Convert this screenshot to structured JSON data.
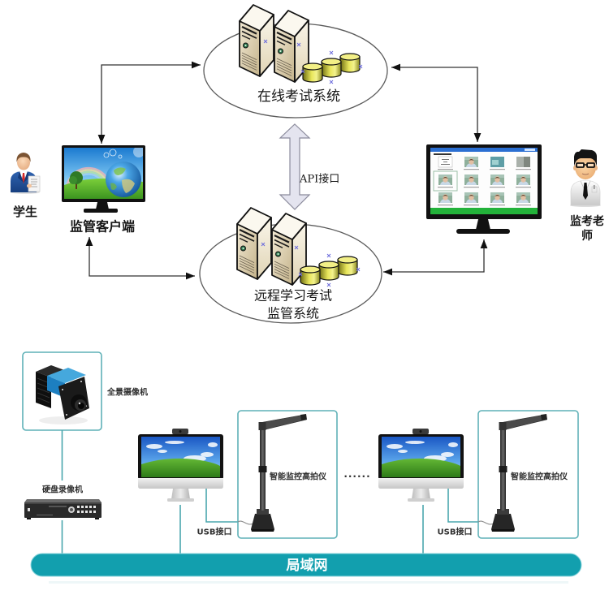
{
  "online_exam_system": {
    "label": "在线考试系统",
    "icon": "server-cluster-icon"
  },
  "supervision_system": {
    "label_lines": [
      "远程学习考试",
      "监管系统"
    ],
    "icon": "server-cluster-icon"
  },
  "api_link": {
    "label": "API接口",
    "icon": "double-arrow-icon"
  },
  "student": {
    "label": "学生",
    "icon": "student-icon"
  },
  "supervision_client": {
    "label": "监管客户端",
    "icon": "desktop-monitor-icon"
  },
  "invigilator": {
    "label_lines": [
      "监考老",
      "师"
    ],
    "icon": "teacher-icon"
  },
  "invigilator_monitor": {
    "icon": "monitor-video-grid-icon"
  },
  "panoramic_camera": {
    "label": "全景摄像机",
    "icon": "industrial-camera-icon"
  },
  "dvr": {
    "label": "硬盘录像机",
    "icon": "dvr-icon"
  },
  "workstations": [
    {
      "usb_label": "USB接口",
      "scanner_label": "智能监控高拍仪",
      "computer_icon": "all-in-one-pc-icon",
      "scanner_icon": "document-camera-icon"
    },
    {
      "usb_label": "USB接口",
      "scanner_label": "智能监控高拍仪",
      "computer_icon": "all-in-one-pc-icon",
      "scanner_icon": "document-camera-icon"
    }
  ],
  "workstation_ellipsis": "......",
  "lan": {
    "label": "局域网"
  },
  "connections": [
    {
      "from": "监管客户端",
      "to": "在线考试系统",
      "direction": "bidirectional"
    },
    {
      "from": "监考老师",
      "to": "在线考试系统",
      "direction": "bidirectional"
    },
    {
      "from": "监管客户端",
      "to": "远程学习考试监管系统",
      "direction": "bidirectional"
    },
    {
      "from": "监考老师",
      "to": "远程学习考试监管系统",
      "direction": "bidirectional"
    },
    {
      "from": "在线考试系统",
      "to": "远程学习考试监管系统",
      "direction": "bidirectional",
      "via": "API接口"
    },
    {
      "from": "全景摄像机",
      "to": "硬盘录像机",
      "direction": "link"
    },
    {
      "from": "硬盘录像机",
      "to": "局域网",
      "direction": "link"
    },
    {
      "from": "computer 1",
      "to": "智能监控高拍仪",
      "direction": "link",
      "via": "USB接口"
    },
    {
      "from": "computer 1",
      "to": "局域网",
      "direction": "link"
    },
    {
      "from": "computer 2",
      "to": "智能监控高拍仪",
      "direction": "link",
      "via": "USB接口"
    },
    {
      "from": "computer 2",
      "to": "局域网",
      "direction": "link"
    }
  ],
  "colors": {
    "lan_teal": "#129fae",
    "frame_teal": "#5fb1b7",
    "wire_teal": "#4aa7ae",
    "connector_dark": "#333333",
    "api_arrow_fill": "#e4e4ef",
    "label_ink": "#151515"
  }
}
